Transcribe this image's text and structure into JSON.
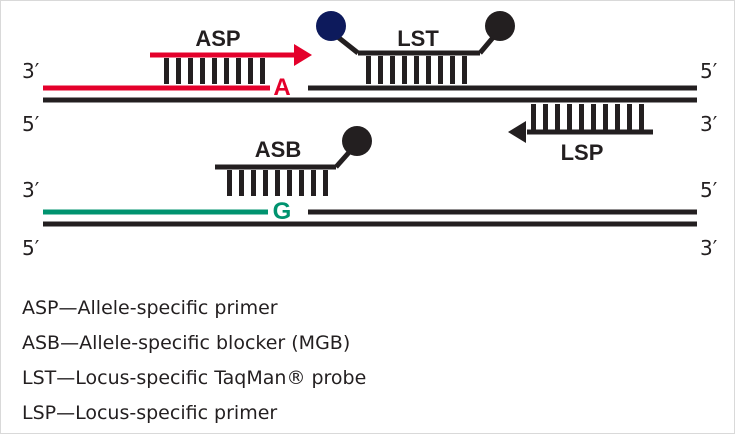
{
  "diagram": {
    "upper": {
      "strand_top_left_end": "3′",
      "strand_top_right_end": "5′",
      "strand_bottom_left_end": "5′",
      "strand_bottom_right_end": "3′",
      "asp_label": "ASP",
      "lst_label": "LST",
      "lsp_label": "LSP",
      "allele_base": "A"
    },
    "lower": {
      "strand_top_left_end": "3′",
      "strand_top_right_end": "5′",
      "strand_bottom_left_end": "5′",
      "strand_bottom_right_end": "3′",
      "asb_label": "ASB",
      "allele_base": "G"
    }
  },
  "legend": {
    "asp": "ASP—Allele-specific primer",
    "asb": "ASB—Allele-specific blocker (MGB)",
    "lst": "LST—Locus-specific TaqMan® probe",
    "lsp": "LSP—Locus-specific primer"
  },
  "colors": {
    "dna": "#231f20",
    "asp_red": "#e4002b",
    "asb_green": "#00936f",
    "reporter_navy": "#0d1a5c",
    "quencher": "#231f20"
  }
}
